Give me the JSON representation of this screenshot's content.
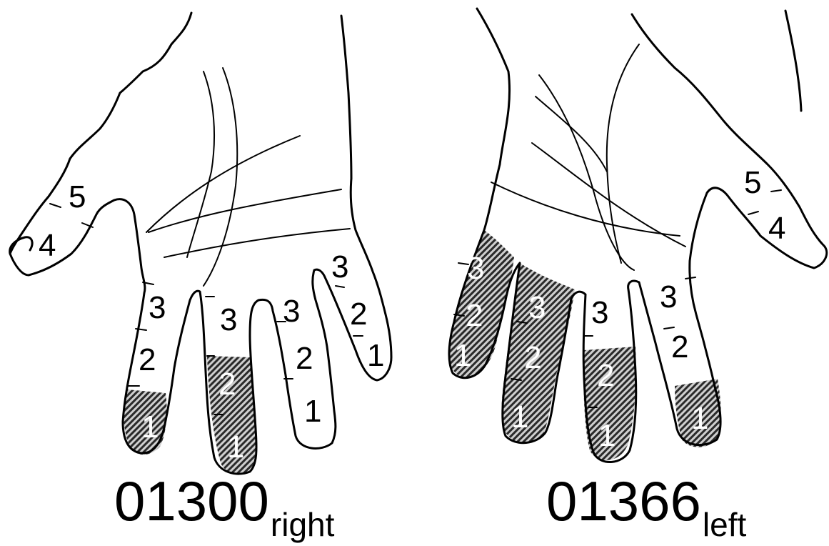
{
  "colors": {
    "ink": "#000000",
    "paper": "#ffffff",
    "shade_light": "#c9c9c9",
    "shade_dark": "#2a2a2a"
  },
  "right_hand": {
    "code": "01300",
    "side": "right",
    "labels": {
      "thumb_joint_5": "5",
      "thumb_joint_4": "4",
      "index_3": "3",
      "index_2": "2",
      "index_1": "1",
      "middle_3": "3",
      "middle_2": "2",
      "middle_1": "1",
      "ring_3": "3",
      "ring_2": "2",
      "ring_1": "1",
      "little_3": "3",
      "little_2": "2",
      "little_1": "1"
    }
  },
  "left_hand": {
    "code": "01366",
    "side": "left",
    "labels": {
      "thumb_joint_5": "5",
      "thumb_joint_4": "4",
      "index_3": "3",
      "index_2": "2",
      "index_1": "1",
      "middle_3": "3",
      "middle_2": "2",
      "middle_1": "1",
      "ring_3": "3",
      "ring_2": "2",
      "ring_1": "1",
      "little_3": "3",
      "little_2": "2",
      "little_1": "1"
    }
  }
}
